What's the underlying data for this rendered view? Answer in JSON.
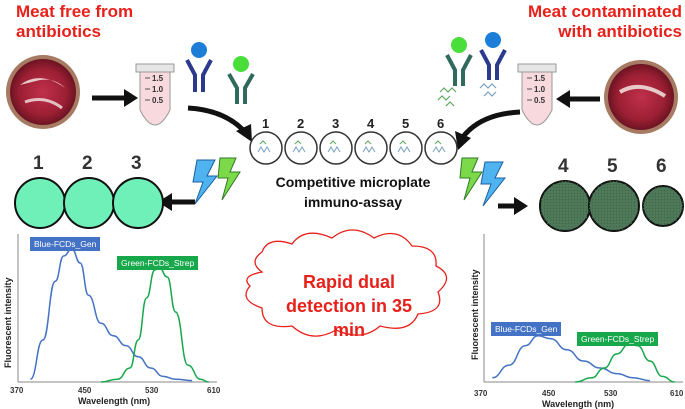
{
  "left_title": "Meat free from antibiotics",
  "right_title": "Meat contaminated with antibiotics",
  "well_numbers": [
    "1",
    "2",
    "3",
    "4",
    "5",
    "6"
  ],
  "left_wells": [
    "1",
    "2",
    "3"
  ],
  "right_wells": [
    "4",
    "5",
    "6"
  ],
  "assay_label": "Competitive microplate immuno-assay",
  "cloud_text": "Rapid dual detection in 35 min",
  "tube_ticks": [
    "1.5",
    "1.0",
    "0.5"
  ],
  "colors": {
    "red": "#e8201a",
    "blue": "#4472c4",
    "green": "#17a84b",
    "mint": "#6ff0b8",
    "darkgreen": "#4f7a5a"
  },
  "chart_data": [
    {
      "type": "line",
      "ylabel": "Fluorescent intensity",
      "xlabel": "Wavelength (nm)",
      "xticks": [
        "370",
        "450",
        "530",
        "610"
      ],
      "xlim": [
        370,
        610
      ],
      "ylim": [
        0,
        1
      ],
      "series": [
        {
          "name": "Blue-FCDs_Gen",
          "color": "#4472c4",
          "x": [
            385,
            400,
            415,
            425,
            435,
            445,
            455,
            470,
            485,
            500,
            515,
            530,
            545,
            560,
            580
          ],
          "y": [
            0.02,
            0.3,
            0.72,
            0.9,
            0.95,
            0.85,
            0.62,
            0.42,
            0.33,
            0.26,
            0.18,
            0.1,
            0.04,
            0.02,
            0.01
          ]
        },
        {
          "name": "Green-FCDs_Strep",
          "color": "#17a84b",
          "x": [
            470,
            490,
            505,
            515,
            525,
            535,
            540,
            550,
            560,
            575,
            590,
            600
          ],
          "y": [
            0.0,
            0.02,
            0.1,
            0.3,
            0.6,
            0.8,
            0.82,
            0.75,
            0.5,
            0.12,
            0.02,
            0.0
          ]
        }
      ]
    },
    {
      "type": "line",
      "ylabel": "Fluorescent intensity",
      "xlabel": "Wavelength (nm)",
      "xticks": [
        "370",
        "450",
        "530",
        "610"
      ],
      "xlim": [
        370,
        610
      ],
      "ylim": [
        0,
        1
      ],
      "series": [
        {
          "name": "Blue-FCDs_Gen",
          "color": "#4472c4",
          "x": [
            380,
            400,
            420,
            435,
            450,
            470,
            490,
            510,
            530,
            550,
            570
          ],
          "y": [
            0.03,
            0.12,
            0.26,
            0.33,
            0.31,
            0.23,
            0.15,
            0.1,
            0.06,
            0.03,
            0.01
          ]
        },
        {
          "name": "Green-FCDs_Strep",
          "color": "#17a84b",
          "x": [
            480,
            500,
            515,
            530,
            545,
            555,
            570,
            585,
            600
          ],
          "y": [
            0.0,
            0.03,
            0.1,
            0.2,
            0.27,
            0.26,
            0.15,
            0.04,
            0.0
          ]
        }
      ]
    }
  ]
}
